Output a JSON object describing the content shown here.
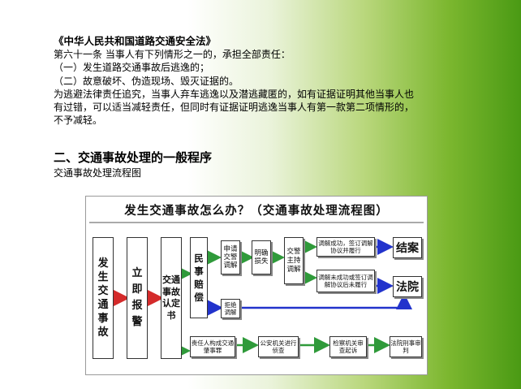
{
  "law": {
    "title": "《中华人民共和国道路交通安全法》",
    "lines": [
      "第六十一条  当事人有下列情形之一的，承担全部责任：",
      "（一）发生道路交通事故后逃逸的；",
      "（二）故意破坏、伪造现场、毁灭证据的。",
      "为逃避法律责任追究，当事人弃车逃逸以及潜逃藏匿的，如有证据证明其他当事人也",
      "有过错，可以适当减轻责任，但同时有证据证明逃逸当事人有第一款第二项情形的，",
      "不予减轻。"
    ]
  },
  "section": {
    "title": "二、交通事故处理的一般程序",
    "subtitle": "交通事故处理流程图"
  },
  "flowchart": {
    "title": "发生交通事故怎么办？（交通事故处理流程图）",
    "nodes": {
      "accident": "发生交通事故",
      "report": "立即报警",
      "certificate": "交通事故认定书",
      "civil": "民事赔偿",
      "mediation_request": "申请交警调解",
      "liability": "明确损失",
      "police_mediation": "交警主持调解",
      "mediation_success": "调解成功，签订调解协议并履行",
      "mediation_fail": "调解未成功或签订调解协议后未履行",
      "case_closed": "结案",
      "court": "法院",
      "refuse": "拒绝调解",
      "crime": "责任人构成交通肇事罪",
      "police_investigate": "公安机关进行侦查",
      "prosecute": "检察机关审查起诉",
      "criminal_trial": "法院刑事审判"
    }
  },
  "colors": {
    "arrow_green": "#2f9a3a",
    "arrow_red": "#d42b2b",
    "arrow_blue": "#2233cc"
  }
}
